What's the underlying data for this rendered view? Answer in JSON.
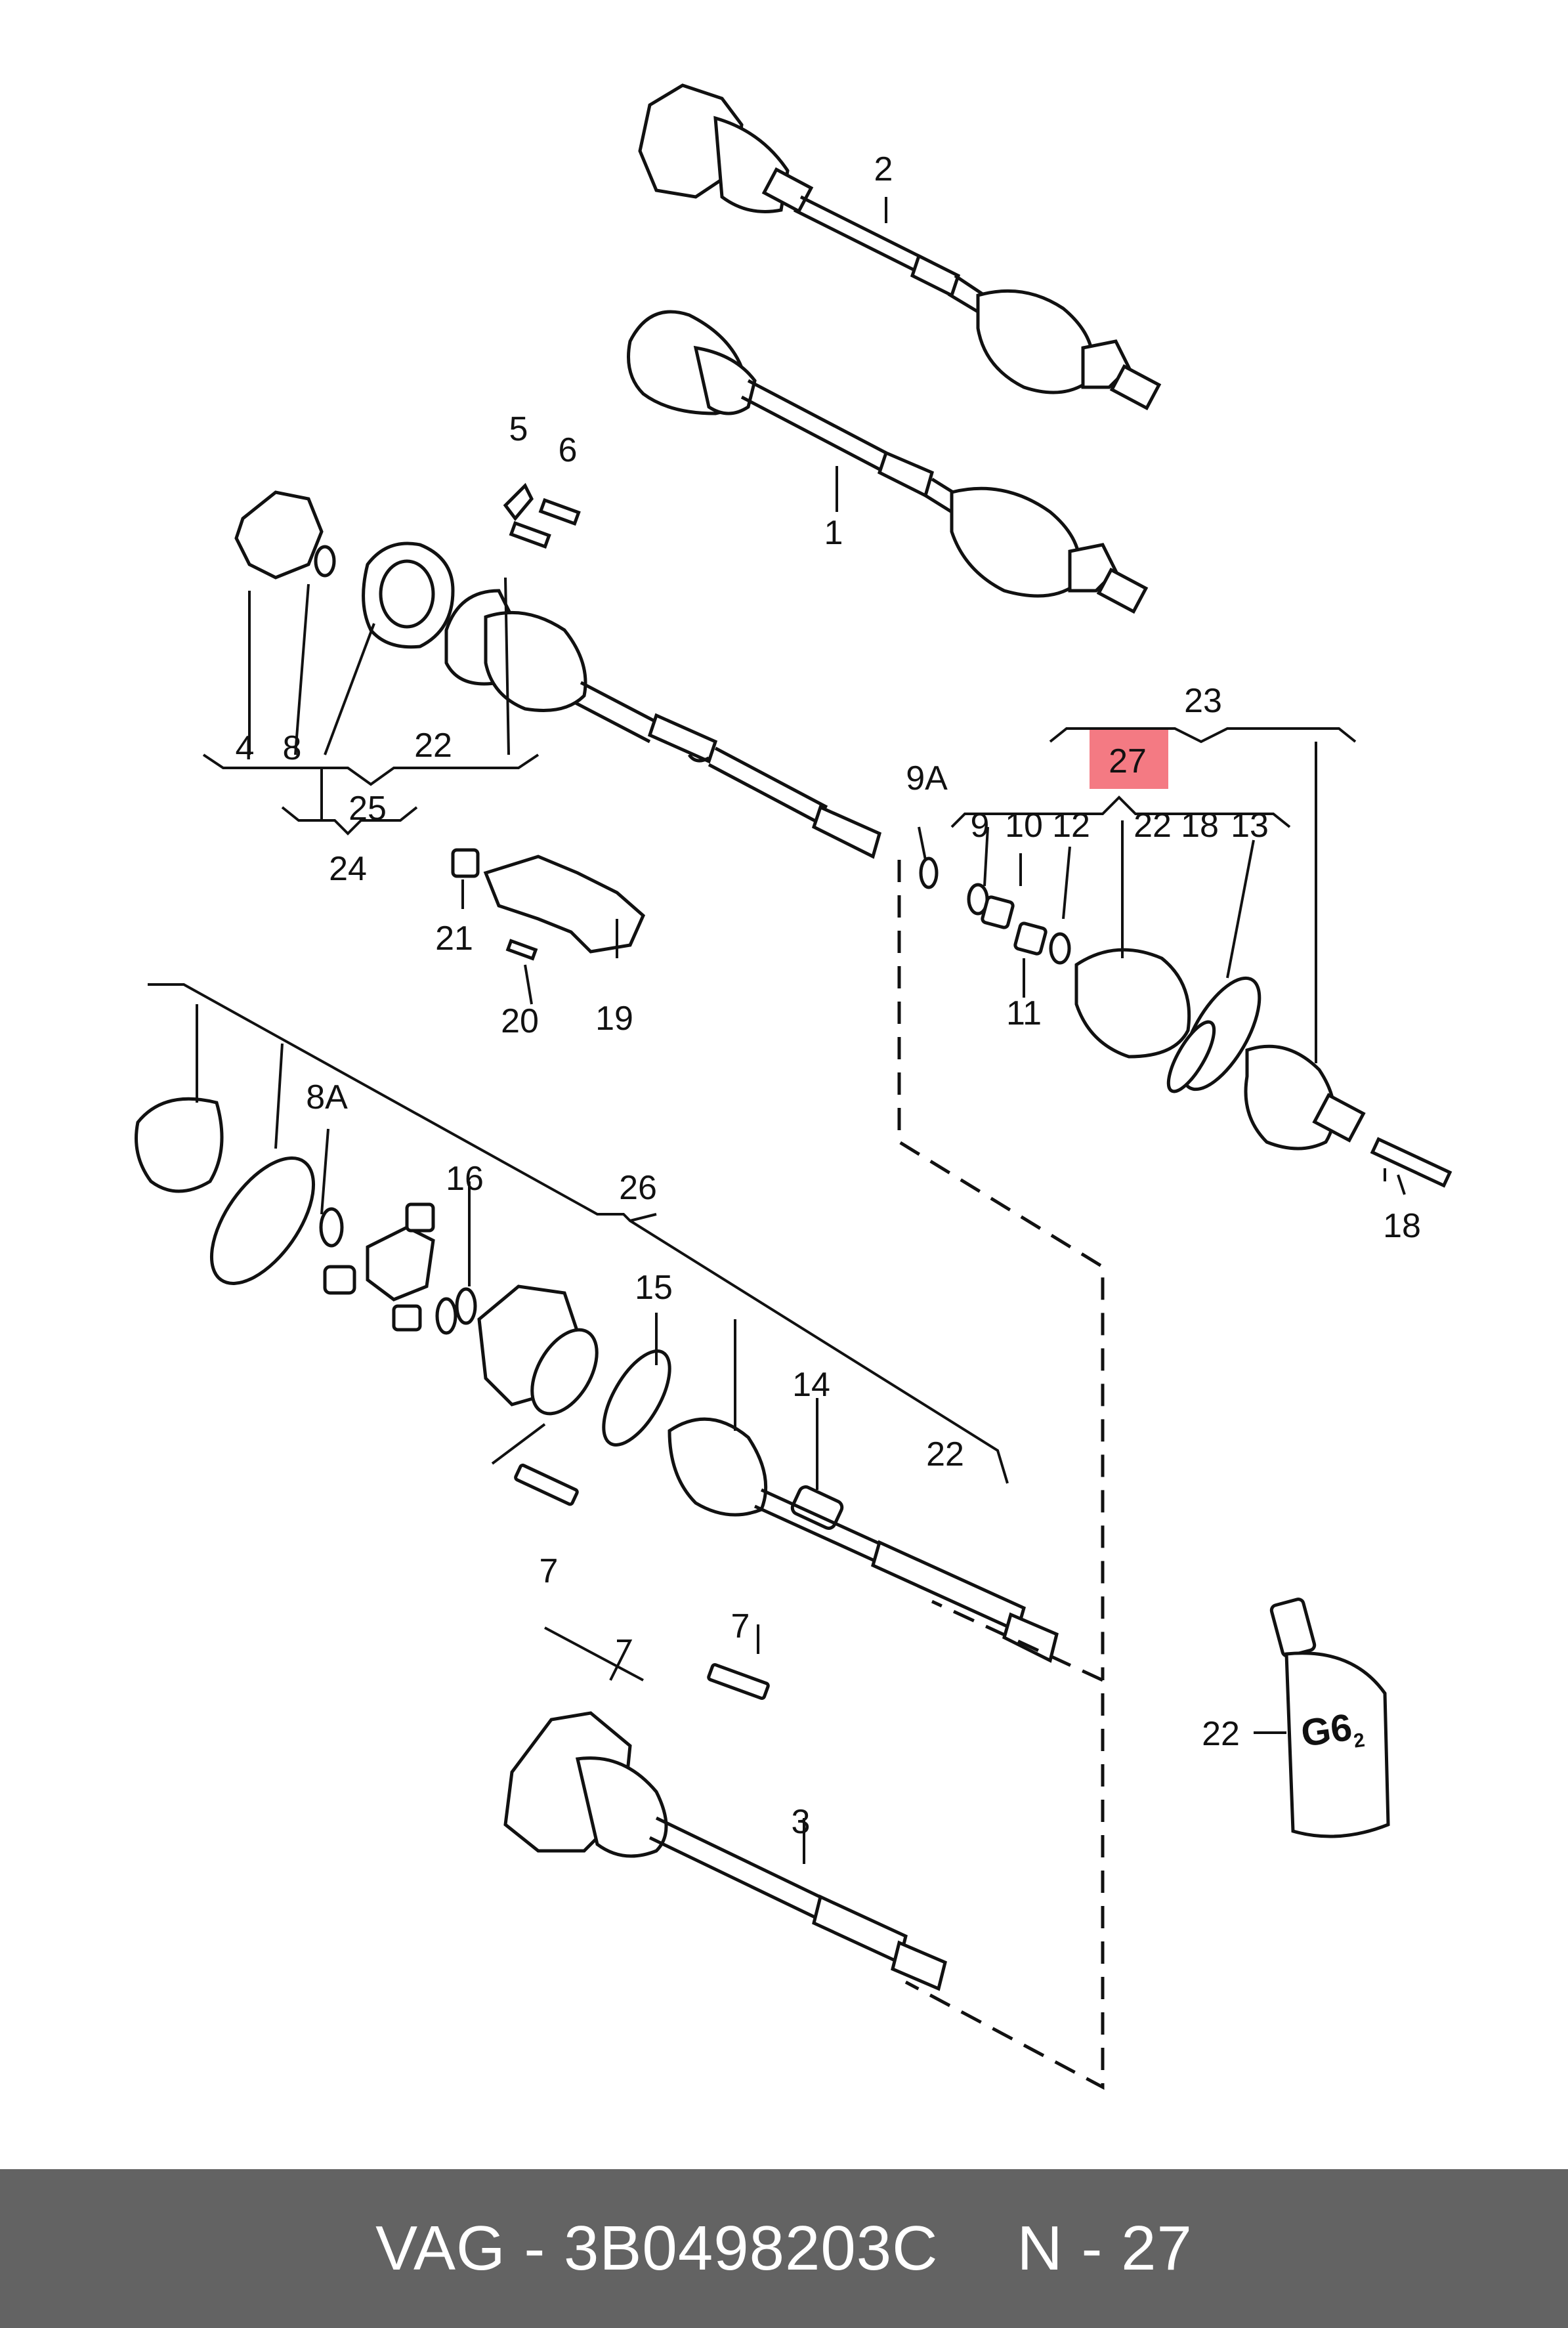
{
  "callouts": {
    "p1": "1",
    "p2": "2",
    "p3": "3",
    "p4": "4",
    "p5": "5",
    "p6": "6",
    "p7a": "7",
    "p7b": "7",
    "p8": "8",
    "p8a": "8A",
    "p9": "9",
    "p9a": "9A",
    "p10": "10",
    "p11": "11",
    "p12": "12",
    "p13": "13",
    "p14": "14",
    "p15": "15",
    "p16": "16",
    "p18a": "18",
    "p18b": "18",
    "p19": "19",
    "p20": "20",
    "p21": "21",
    "p22a": "22",
    "p22b": "22",
    "p22c": "22",
    "p22d": "22",
    "p23": "23",
    "p24": "24",
    "p25": "25",
    "p26": "26",
    "p27": "27"
  },
  "grease_tube_label": "G6",
  "grease_tube_sub": "2",
  "highlight": {
    "callout": "27",
    "color": "#f47a83"
  },
  "footer": {
    "part_text": "VAG - 3B0498203C",
    "ref_text": "N - 27",
    "background": "#636363"
  }
}
